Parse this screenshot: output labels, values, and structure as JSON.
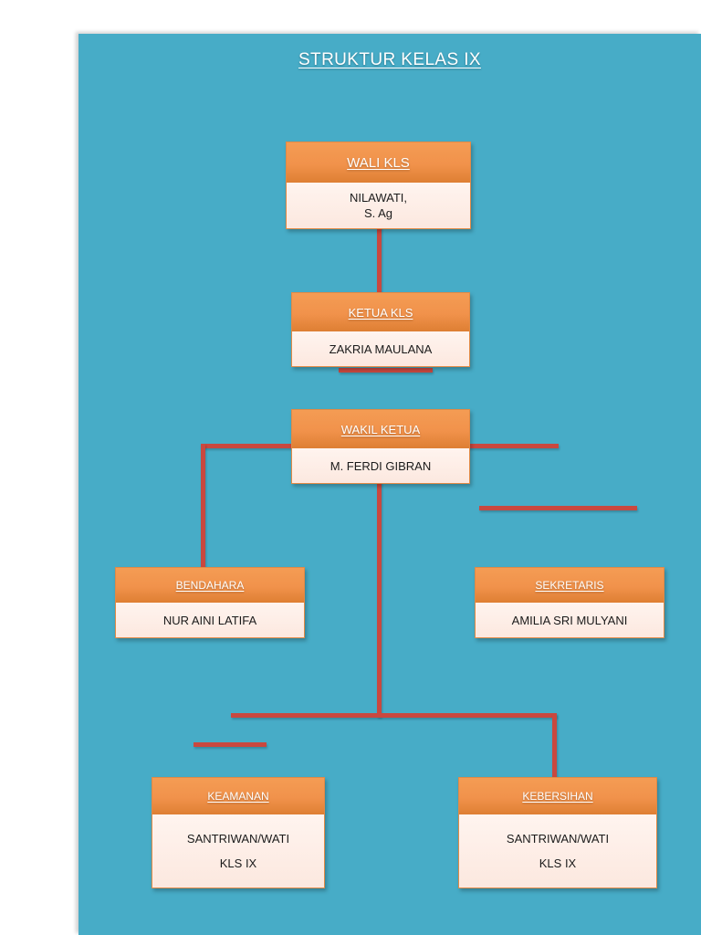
{
  "slide": {
    "title": "STRUKTUR KELAS IX",
    "background_color": "#47ACC7",
    "page_background_color": "#FFFFFF",
    "header_color": "#F1924B",
    "body_color": "#FDEEE8",
    "connector_color": "#C9483F",
    "title_color": "#FFFFFF"
  },
  "nodes": {
    "wali": {
      "title": "WALI KLS",
      "name_line1": "NILAWATI,",
      "name_line2": "S. Ag"
    },
    "ketua": {
      "title": "KETUA KLS",
      "name_line1": "ZAKRIA MAULANA",
      "name_line2": ""
    },
    "wakil": {
      "title": "WAKIL KETUA",
      "name_line1": "M. FERDI GIBRAN",
      "name_line2": ""
    },
    "bendahara": {
      "title": "BENDAHARA",
      "name_line1": "NUR AINI LATIFA",
      "name_line2": ""
    },
    "sekretaris": {
      "title": "SEKRETARIS",
      "name_line1": "AMILIA SRI MULYANI",
      "name_line2": ""
    },
    "keamanan": {
      "title": "KEAMANAN",
      "name_line1": "SANTRIWAN/WATI",
      "name_line2": "KLS IX"
    },
    "kebersihan": {
      "title": "KEBERSIHAN",
      "name_line1": "SANTRIWAN/WATI",
      "name_line2": "KLS IX"
    }
  }
}
